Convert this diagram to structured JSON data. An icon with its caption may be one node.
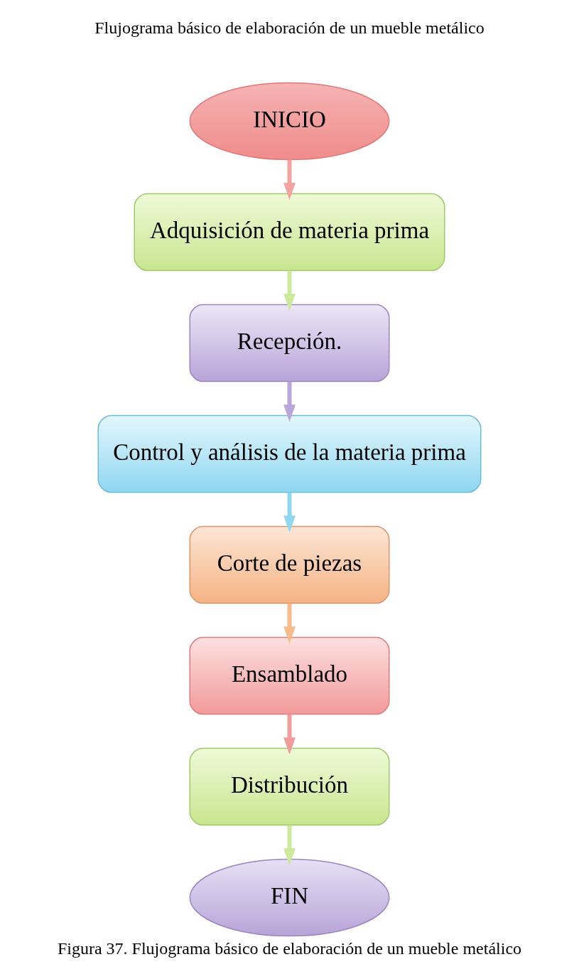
{
  "diagram": {
    "title": "Flujograma básico de elaboración de un mueble metálico",
    "caption": "Figura 37. Flujograma básico de elaboración de un mueble metálico",
    "nodes": [
      {
        "text": [
          "INICIO"
        ]
      },
      {
        "text": [
          "Adquisición de materia prima"
        ]
      },
      {
        "text": [
          "Recepción."
        ]
      },
      {
        "text": [
          "Control y análisis de la materia prima"
        ]
      },
      {
        "text": [
          "Corte de piezas"
        ]
      },
      {
        "text": [
          "Ensamblado"
        ]
      },
      {
        "text": [
          "Distribución"
        ]
      },
      {
        "text": [
          "FIN"
        ]
      }
    ],
    "edges": [
      {
        "from": 0,
        "to": 1,
        "arrow": "to",
        "color": "#f4a3a3"
      },
      {
        "from": 1,
        "to": 2,
        "arrow": "to",
        "color": "#cde99b"
      },
      {
        "from": 2,
        "to": 3,
        "arrow": "to",
        "color": "#baa6da"
      },
      {
        "from": 3,
        "to": 4,
        "arrow": "to",
        "color": "#8fd8f0"
      },
      {
        "from": 4,
        "to": 5,
        "arrow": "to",
        "color": "#f7bb8c"
      },
      {
        "from": 5,
        "to": 6,
        "arrow": "to",
        "color": "#f39c9c"
      },
      {
        "from": 6,
        "to": 7,
        "arrow": "to",
        "color": "#cde99b"
      }
    ]
  }
}
